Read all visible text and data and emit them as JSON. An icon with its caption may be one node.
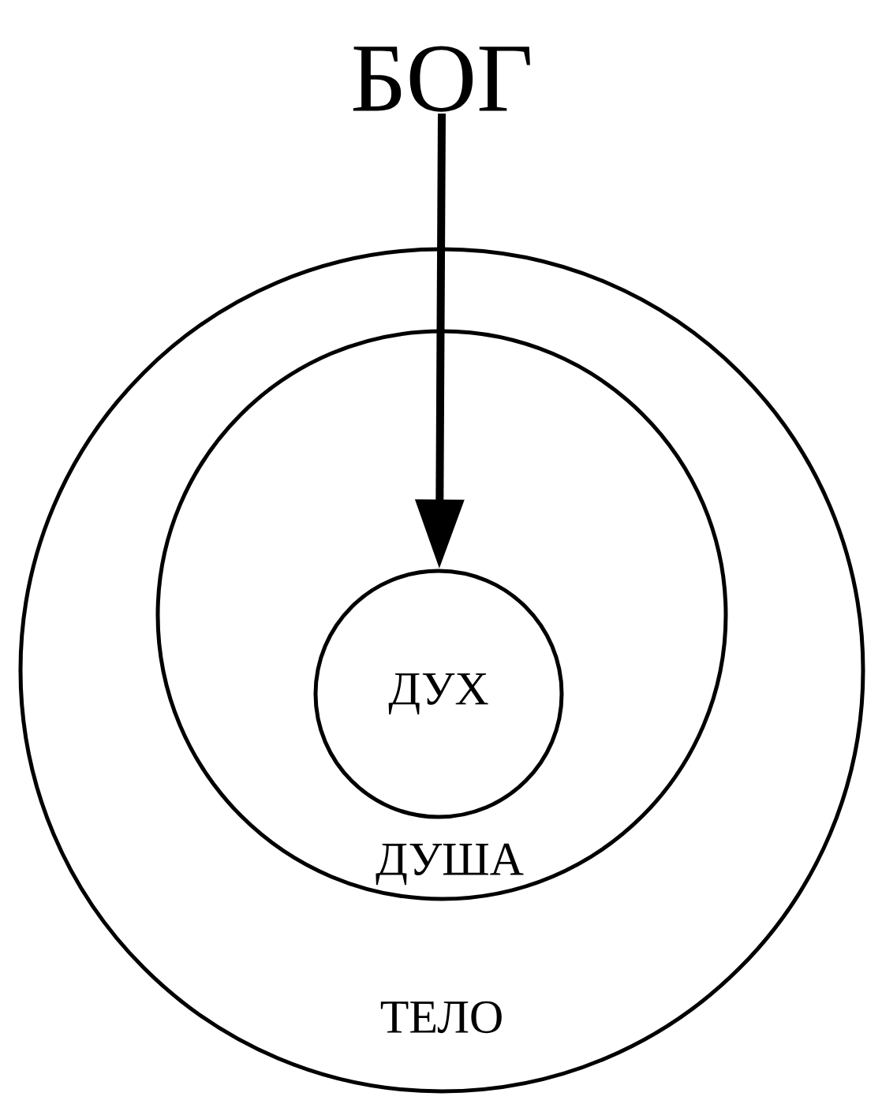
{
  "diagram": {
    "nodes": [
      {
        "text": [
          "БОГ"
        ]
      },
      {
        "text": [
          "ТЕЛО"
        ]
      },
      {
        "text": [
          "ДУША"
        ],
        "in": 1
      },
      {
        "text": [
          "ДУХ"
        ],
        "in": 2
      }
    ],
    "edges": [
      {
        "from": 0,
        "to": 3,
        "arrow": "to"
      }
    ]
  }
}
